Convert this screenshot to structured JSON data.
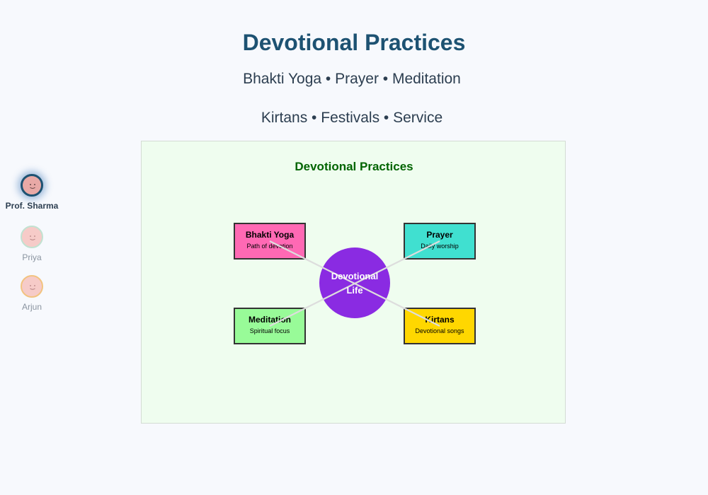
{
  "header": {
    "title": "Devotional Practices",
    "subtitle_line1": "Bhakti Yoga • Prayer • Meditation",
    "subtitle_line2": "Kirtans • Festivals • Service"
  },
  "participants": [
    {
      "name": "Prof. Sharma",
      "active": true
    },
    {
      "name": "Priya",
      "active": false
    },
    {
      "name": "Arjun",
      "active": false
    }
  ],
  "diagram": {
    "title": "Devotional Practices",
    "center": {
      "line1": "Devotional",
      "line2": "Life",
      "color": "#8a2be2"
    },
    "nodes": [
      {
        "id": "bhakti-yoga",
        "title": "Bhakti Yoga",
        "subtitle": "Path of devotion",
        "color": "#ff69b4"
      },
      {
        "id": "prayer",
        "title": "Prayer",
        "subtitle": "Daily worship",
        "color": "#40e0d0"
      },
      {
        "id": "meditation",
        "title": "Meditation",
        "subtitle": "Spiritual focus",
        "color": "#98fb98"
      },
      {
        "id": "kirtans",
        "title": "Kirtans",
        "subtitle": "Devotional songs",
        "color": "#ffd700"
      }
    ],
    "title_color": "#006400"
  }
}
